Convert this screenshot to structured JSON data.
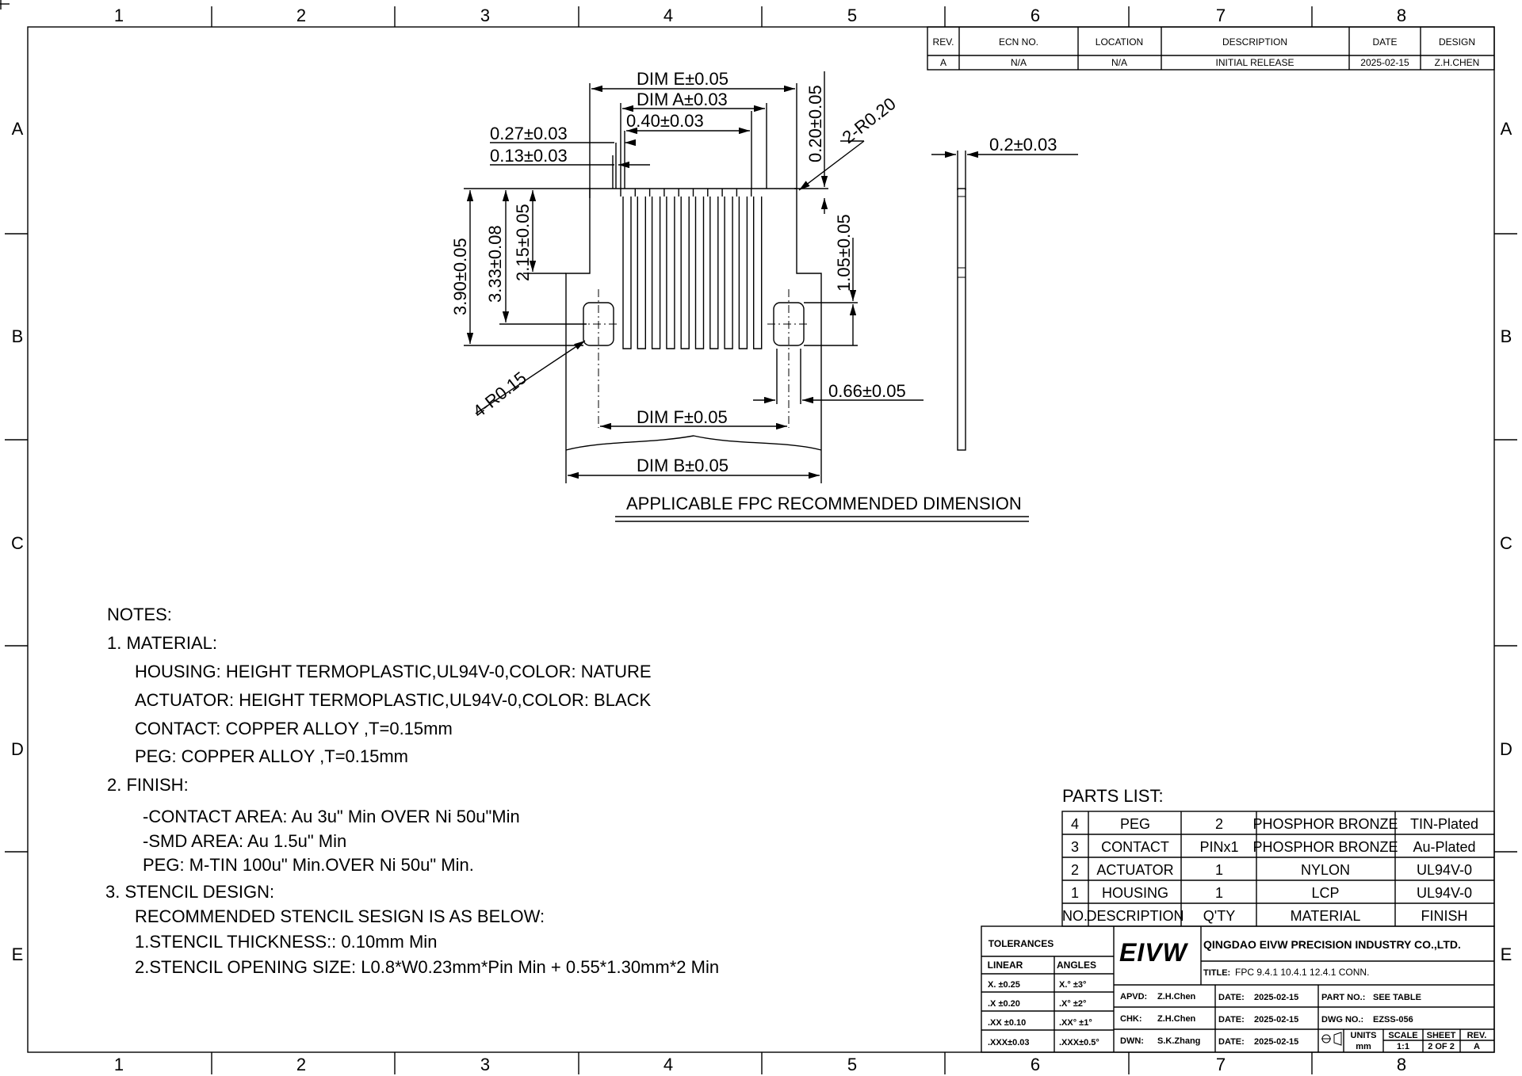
{
  "frame": {
    "cols": [
      "1",
      "2",
      "3",
      "4",
      "5",
      "6",
      "7",
      "8"
    ],
    "rows": [
      "A",
      "B",
      "C",
      "D",
      "E"
    ]
  },
  "revision_table": {
    "headers": [
      "REV.",
      "ECN NO.",
      "LOCATION",
      "DESCRIPTION",
      "DATE",
      "DESIGN"
    ],
    "row": [
      "A",
      "N/A",
      "N/A",
      "INITIAL RELEASE",
      "2025-02-15",
      "Z.H.CHEN"
    ]
  },
  "dimensions": {
    "dim_e": "DIM E±0.05",
    "dim_a": "DIM A±0.03",
    "pitch": "0.40±0.03",
    "d027": "0.27±0.03",
    "d013": "0.13±0.03",
    "d020": "0.20±0.05",
    "r020": "2-R0.20",
    "d390": "3.90±0.05",
    "d333": "3.33±0.08",
    "d215": "2.15±0.05",
    "d105": "1.05±0.05",
    "r015": "4-R0.15",
    "d066": "0.66±0.05",
    "dim_f": "DIM F±0.05",
    "dim_b": "DIM B±0.05",
    "thick": "0.2±0.03"
  },
  "view_title": "APPLICABLE FPC RECOMMENDED DIMENSION",
  "notes": {
    "heading": "NOTES:",
    "lines": [
      "1. MATERIAL:",
      "HOUSING: HEIGHT  TERMOPLASTIC,UL94V-0,COLOR: NATURE",
      "ACTUATOR: HEIGHT  TERMOPLASTIC,UL94V-0,COLOR: BLACK",
      "CONTACT: COPPER  ALLOY ,T=0.15mm",
      "PEG: COPPER  ALLOY ,T=0.15mm",
      "2. FINISH:",
      "-CONTACT AREA: Au  3u\"  Min  OVER  Ni  50u\"Min",
      "-SMD  AREA: Au  1.5u\"  Min",
      "PEG: M-TIN  100u\"  Min.OVER  Ni  50u\"  Min.",
      "3. STENCIL DESIGN:",
      "RECOMMENDED STENCIL SESIGN IS AS BELOW:",
      "1.STENCIL  THICKNESS::  0.10mm  Min",
      "2.STENCIL  OPENING  SIZE:  L0.8*W0.23mm*Pin  Min  +  0.55*1.30mm*2  Min"
    ]
  },
  "parts_list": {
    "title": "PARTS LIST:",
    "rows": [
      [
        "4",
        "PEG",
        "2",
        "PHOSPHOR BRONZE",
        "TIN-Plated"
      ],
      [
        "3",
        "CONTACT",
        "PINx1",
        "PHOSPHOR BRONZE",
        "Au-Plated"
      ],
      [
        "2",
        "ACTUATOR",
        "1",
        "NYLON",
        "UL94V-0"
      ],
      [
        "1",
        "HOUSING",
        "1",
        "LCP",
        "UL94V-0"
      ],
      [
        "NO.",
        "DESCRIPTION",
        "Q'TY",
        "MATERIAL",
        "FINISH"
      ]
    ]
  },
  "title_block": {
    "tolerances": "TOLERANCES",
    "linear": "LINEAR",
    "angles": "ANGLES",
    "lin_rows": [
      "X.  ±0.25",
      ".X  ±0.20",
      ".XX ±0.10",
      ".XXX±0.03"
    ],
    "ang_rows": [
      "X.°  ±3°",
      ".X°  ±2°",
      ".XX° ±1°",
      ".XXX±0.5°"
    ],
    "logo": "EIVW",
    "company": "QINGDAO EIVW PRECISION INDUSTRY CO.,LTD.",
    "title_label": "TITLE:",
    "title_value": "FPC 9.4.1 10.4.1 12.4.1 CONN.",
    "apvd": "APVD:",
    "apvd_name": "Z.H.Chen",
    "chk": "CHK:",
    "chk_name": "Z.H.Chen",
    "dwn": "DWN:",
    "dwn_name": "S.K.Zhang",
    "date_label": "DATE:",
    "date_value": "2025-02-15",
    "part_no_label": "PART NO.:",
    "part_no": "SEE TABLE",
    "dwg_no_label": "DWG NO.:",
    "dwg_no": "EZSS-056",
    "units_label": "UNITS",
    "units": "mm",
    "scale_label": "SCALE",
    "scale": "1:1",
    "sheet_label": "SHEET",
    "sheet": "2 OF 2",
    "rev_label": "REV.",
    "rev": "A"
  }
}
